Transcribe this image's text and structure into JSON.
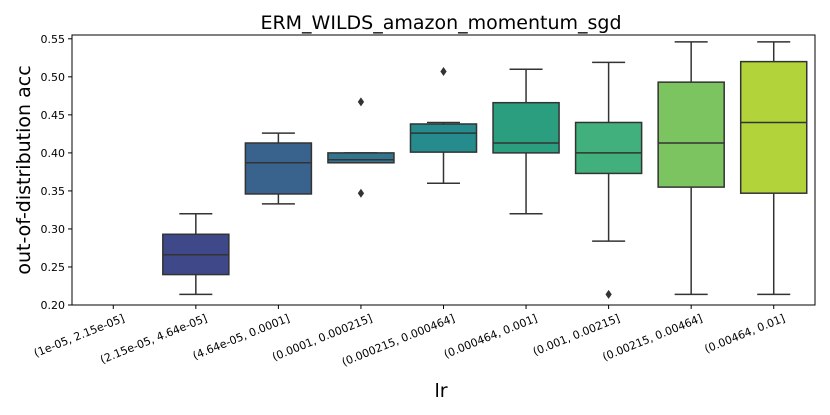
{
  "chart_data": {
    "type": "box",
    "title": "ERM_WILDS_amazon_momentum_sgd",
    "xlabel": "lr",
    "ylabel": "out-of-distribution acc",
    "ylim": [
      0.2,
      0.555
    ],
    "yticks": [
      "0.20",
      "0.25",
      "0.30",
      "0.35",
      "0.40",
      "0.45",
      "0.50",
      "0.55"
    ],
    "categories": [
      "(1e-05, 2.15e-05]",
      "(2.15e-05, 4.64e-05]",
      "(4.64e-05, 0.0001]",
      "(0.0001, 0.000215]",
      "(0.000215, 0.000464]",
      "(0.000464, 0.001]",
      "(0.001, 0.00215]",
      "(0.00215, 0.00464]",
      "(0.00464, 0.01]"
    ],
    "boxes": [
      null,
      {
        "q1": 0.24,
        "median": 0.266,
        "q3": 0.293,
        "whisker_low": 0.214,
        "whisker_high": 0.32,
        "outliers": [],
        "color": "#3f4889"
      },
      {
        "q1": 0.346,
        "median": 0.387,
        "q3": 0.413,
        "whisker_low": 0.333,
        "whisker_high": 0.426,
        "outliers": [],
        "color": "#39628d"
      },
      {
        "q1": 0.387,
        "median": 0.391,
        "q3": 0.4,
        "whisker_low": 0.387,
        "whisker_high": 0.4,
        "outliers": [
          0.467,
          0.347
        ],
        "color": "#33758e"
      },
      {
        "q1": 0.401,
        "median": 0.426,
        "q3": 0.438,
        "whisker_low": 0.36,
        "whisker_high": 0.44,
        "outliers": [
          0.507
        ],
        "color": "#258b8d"
      },
      {
        "q1": 0.4,
        "median": 0.413,
        "q3": 0.466,
        "whisker_low": 0.32,
        "whisker_high": 0.51,
        "outliers": [],
        "color": "#2a9e7e"
      },
      {
        "q1": 0.373,
        "median": 0.4,
        "q3": 0.44,
        "whisker_low": 0.284,
        "whisker_high": 0.519,
        "outliers": [
          0.214
        ],
        "color": "#41b07d"
      },
      {
        "q1": 0.355,
        "median": 0.413,
        "q3": 0.493,
        "whisker_low": 0.214,
        "whisker_high": 0.546,
        "outliers": [],
        "color": "#7cc460"
      },
      {
        "q1": 0.347,
        "median": 0.44,
        "q3": 0.52,
        "whisker_low": 0.214,
        "whisker_high": 0.546,
        "outliers": [],
        "color": "#b2d43a"
      }
    ],
    "line_color": "#333333",
    "grid": false,
    "legend": "none"
  }
}
